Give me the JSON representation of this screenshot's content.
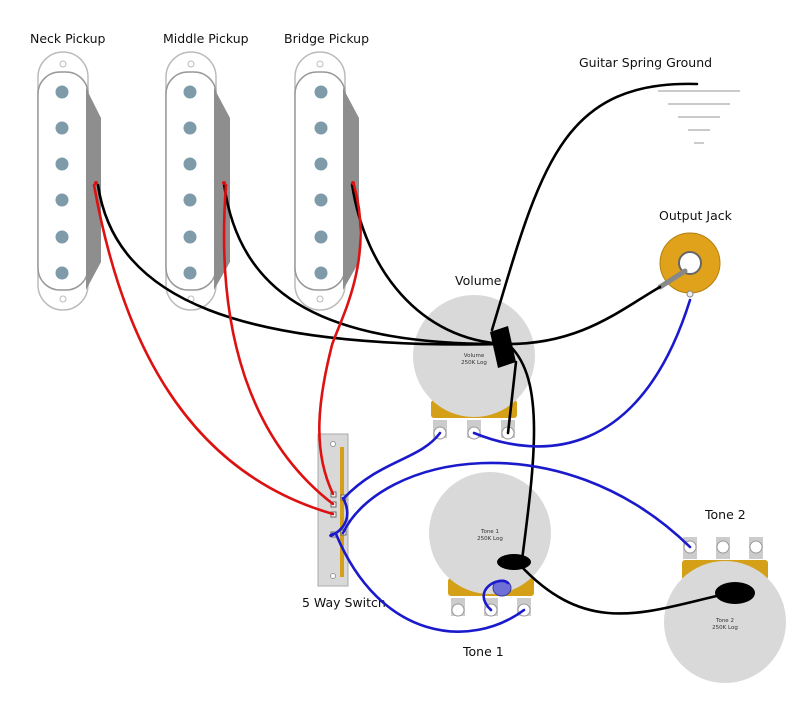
{
  "labels": {
    "neck_pickup": "Neck Pickup",
    "middle_pickup": "Middle Pickup",
    "bridge_pickup": "Bridge Pickup",
    "spring_ground": "Guitar Spring Ground",
    "output_jack": "Output Jack",
    "volume": "Volume",
    "tone1": "Tone 1",
    "tone2": "Tone 2",
    "switch": "5 Way Switch"
  },
  "pot_text": {
    "volume_name": "Volume",
    "volume_value": "250K Log",
    "tone1_name": "Tone 1",
    "tone1_value": "250K Log",
    "tone2_name": "Tone 2",
    "tone2_value": "250K Log"
  },
  "colors": {
    "hot_wire": "#dd1111",
    "ground_wire": "#000000",
    "signal_wire": "#1a1acc",
    "pot_body": "#d9d9d9",
    "pot_lug_base": "#d4a017",
    "jack_ring": "#e0a21a",
    "pole_piece": "#7f9aa8"
  }
}
